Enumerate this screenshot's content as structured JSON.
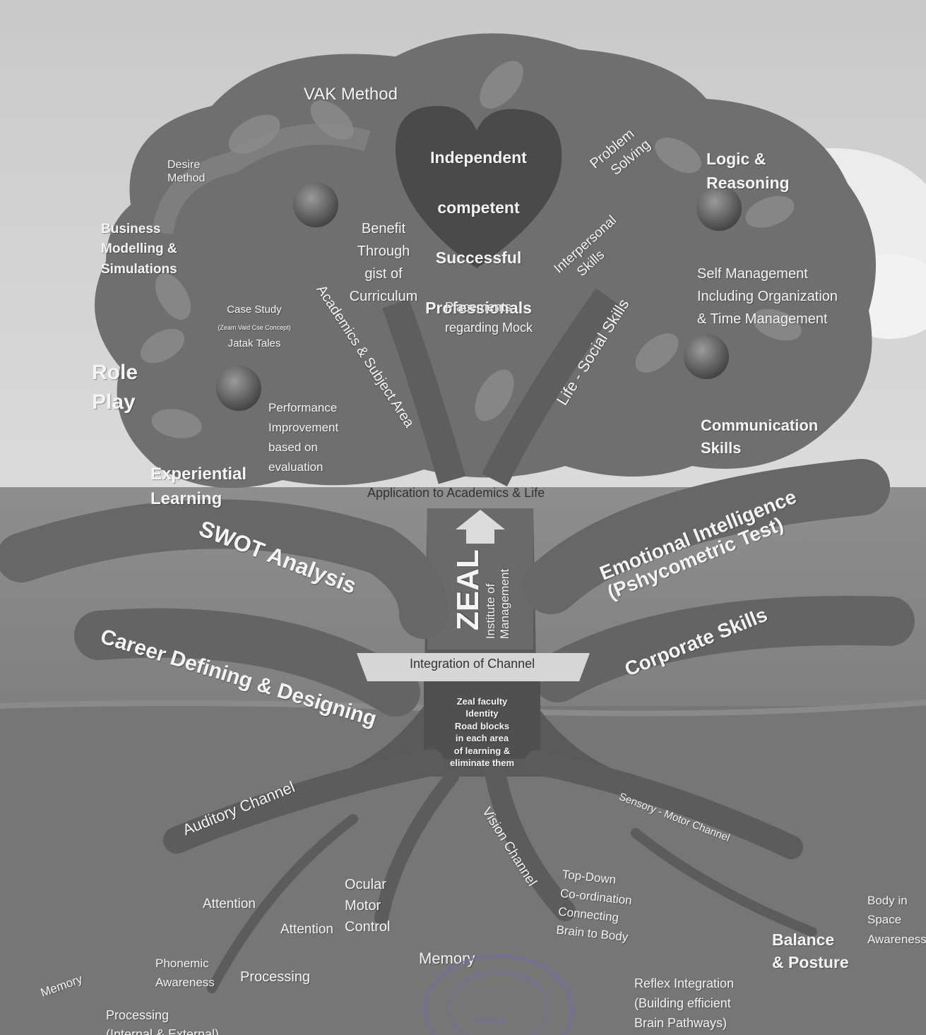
{
  "diagram": {
    "crown": {
      "center": [
        "Independent",
        "competent",
        "Successful",
        "Professionals"
      ],
      "vak_method": "VAK Method",
      "desire_method": [
        "Desire",
        "Method"
      ],
      "business_modelling": [
        "Business",
        "Modelling &",
        "Simulations"
      ],
      "benefit": [
        "Benefit",
        "Through",
        "gist of",
        "Curriculum"
      ],
      "case_study": [
        "Case Study",
        "(Zeam Vaid Cse Concept)",
        "Jatak Tales"
      ],
      "role_play": [
        "Role",
        "Play"
      ],
      "performance": [
        "Performance",
        "Improvement",
        "based on",
        "evaluation"
      ],
      "experiential": [
        "Experiential",
        "Learning"
      ],
      "academics_branch": "Academics & Subject Area",
      "placements": [
        "Placements",
        "regarding Mock"
      ],
      "problem_solving": [
        "Problem",
        "Solving"
      ],
      "interpersonal": [
        "Interpersonal",
        "Skills"
      ],
      "life_social": "Life - Social Skills",
      "logic": [
        "Logic &",
        "Reasoning"
      ],
      "self_management": [
        "Self Management",
        "Including Organization",
        "& Time Management"
      ],
      "communication": [
        "Communication",
        "Skills"
      ]
    },
    "trunk": {
      "application": "Application to Academics & Life",
      "logo_main": "ZEAL",
      "logo_sub": [
        "Institute of",
        "Management"
      ],
      "integration": "Integration of Channel",
      "faculty_note": [
        "Zeal faculty",
        "Identity",
        "Road blocks",
        "in each area",
        "of learning &",
        "eliminate them"
      ]
    },
    "branches": {
      "swot": "SWOT Analysis",
      "career": "Career Defining & Designing",
      "emotional": [
        "Emotional Intelligence",
        "(Pshycometric Test)"
      ],
      "corporate": "Corporate Skills"
    },
    "roots": {
      "auditory": "Auditory Channel",
      "vision": "Vision Channel",
      "sensory": "Sensory - Motor Channel",
      "ocular": [
        "Ocular",
        "Motor",
        "Control"
      ],
      "attention1": "Attention",
      "attention2": "Attention",
      "phonemic": [
        "Phonemic",
        "Awareness"
      ],
      "processing": "Processing",
      "memory_left": "Memory",
      "processing_ie": [
        "Processing",
        "(Internal & External)"
      ],
      "memory_center": "Memory",
      "top_down": [
        "Top-Down",
        "Co-ordination",
        "Connecting",
        "Brain to Body"
      ],
      "balance": [
        "Balance",
        "& Posture"
      ],
      "body_space": [
        "Body in",
        "Space",
        "Awareness"
      ],
      "reflex": [
        "Reflex Integration",
        "(Building efficient",
        "Brain Pathways)"
      ]
    },
    "stamp": "Direct"
  },
  "colors": {
    "sky": "#d8d8d8",
    "canopy": "#6e6e6e",
    "trunk": "#585858",
    "ground": "#7c7c7c",
    "label": "#f4f4f4",
    "stamp": "#7a6aa8"
  }
}
